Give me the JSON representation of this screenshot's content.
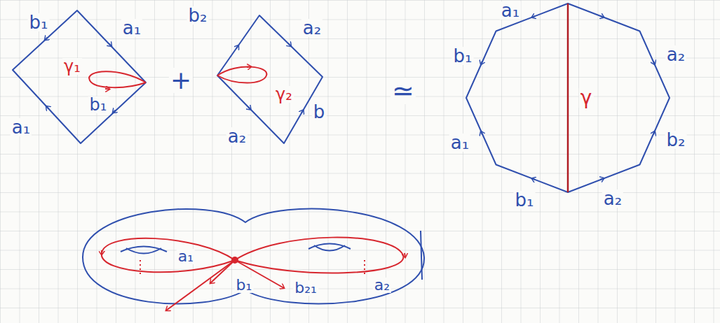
{
  "diagram": {
    "labels": [
      "b₁",
      "a₁",
      "γ₁",
      "b₁",
      "a₁",
      "+",
      "b₂",
      "a₂",
      "γ₂",
      "a₂",
      "b",
      "≃",
      "a₁",
      "b₁",
      "γ",
      "a₂",
      "b₂",
      "a₂",
      "b₁",
      "a₁",
      "a₁",
      "b₁",
      "b₂₁",
      "a₂"
    ]
  }
}
